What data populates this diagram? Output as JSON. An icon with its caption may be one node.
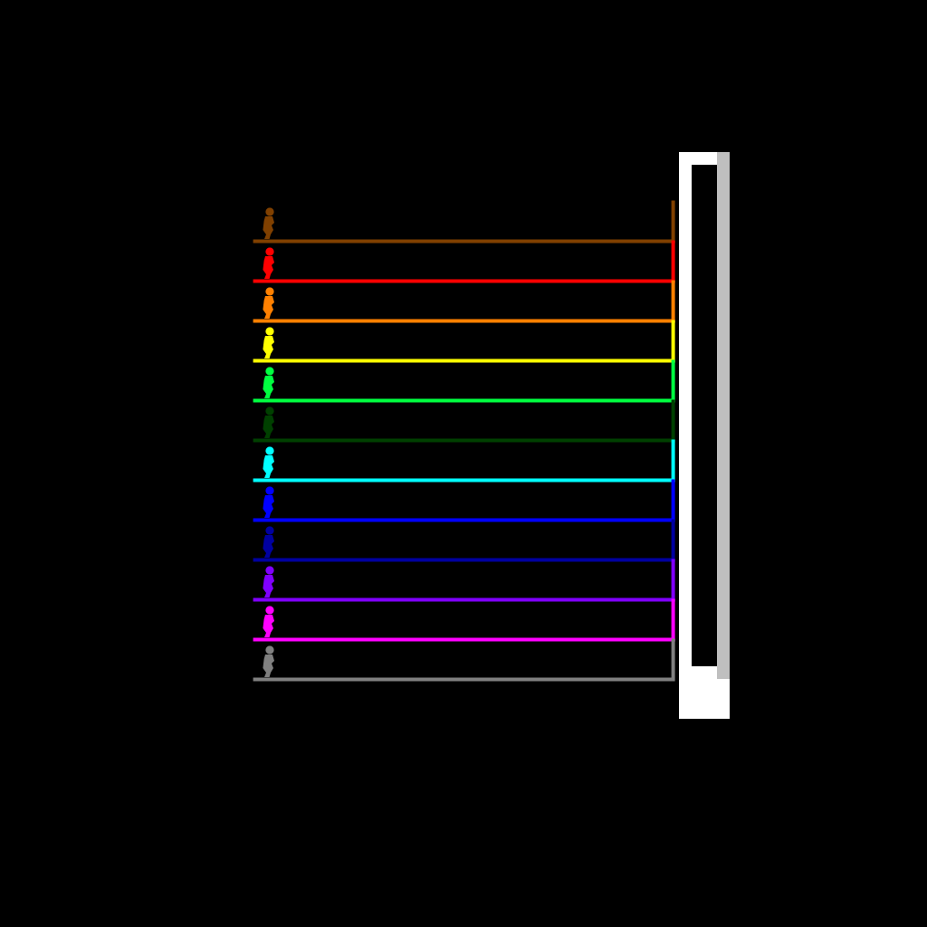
{
  "diagram": {
    "nodes": [
      {
        "text": [],
        "shape": "person"
      },
      {
        "text": [],
        "shape": "person"
      },
      {
        "text": [],
        "shape": "person"
      },
      {
        "text": [],
        "shape": "person"
      },
      {
        "text": [],
        "shape": "person"
      },
      {
        "text": [],
        "shape": "person"
      },
      {
        "text": [],
        "shape": "person"
      },
      {
        "text": [],
        "shape": "person"
      },
      {
        "text": [],
        "shape": "person"
      },
      {
        "text": [],
        "shape": "person"
      },
      {
        "text": [],
        "shape": "person"
      },
      {
        "text": [],
        "shape": "person"
      },
      {
        "text": [],
        "shape": "box"
      }
    ],
    "edges": [
      {
        "from": 0,
        "to": 12,
        "arrow": "none",
        "color": "#804000"
      },
      {
        "from": 1,
        "to": 12,
        "arrow": "none",
        "color": "#ff0000"
      },
      {
        "from": 2,
        "to": 12,
        "arrow": "none",
        "color": "#ff8000"
      },
      {
        "from": 3,
        "to": 12,
        "arrow": "none",
        "color": "#ffff00"
      },
      {
        "from": 4,
        "to": 12,
        "arrow": "none",
        "color": "#00ff40"
      },
      {
        "from": 5,
        "to": 12,
        "arrow": "none",
        "color": "#004000"
      },
      {
        "from": 6,
        "to": 12,
        "arrow": "none",
        "color": "#00ffff"
      },
      {
        "from": 7,
        "to": 12,
        "arrow": "none",
        "color": "#0000ff"
      },
      {
        "from": 8,
        "to": 12,
        "arrow": "none",
        "color": "#0000a0"
      },
      {
        "from": 9,
        "to": 12,
        "arrow": "none",
        "color": "#8000ff"
      },
      {
        "from": 10,
        "to": 12,
        "arrow": "none",
        "color": "#ff00ff"
      },
      {
        "from": 11,
        "to": 12,
        "arrow": "none",
        "color": "#808080"
      }
    ]
  }
}
